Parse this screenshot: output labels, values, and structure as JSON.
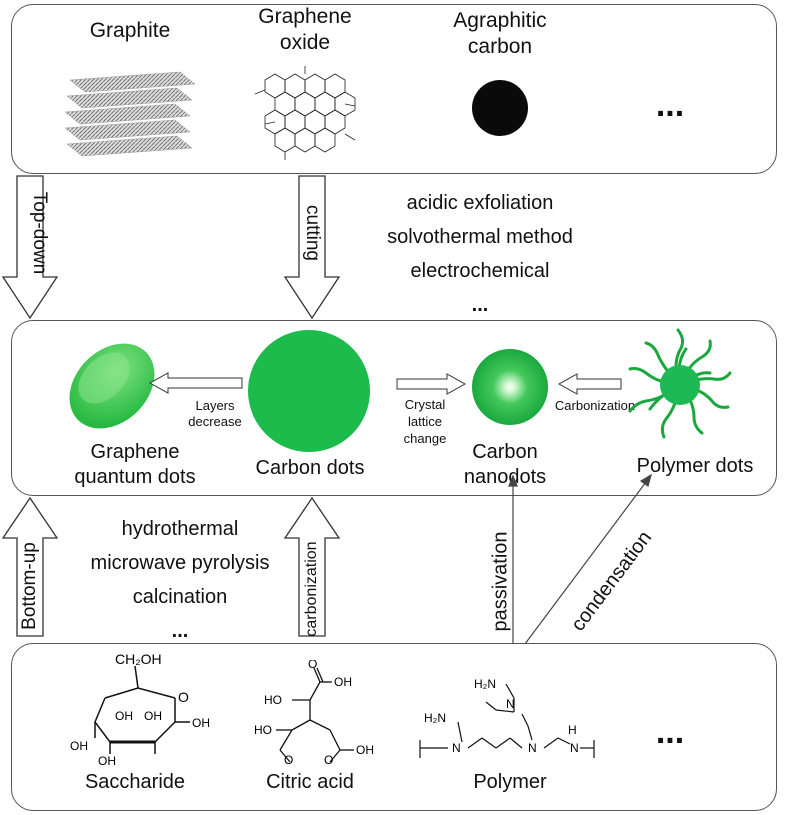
{
  "top_panel": {
    "graphite": "Graphite",
    "graphene_oxide": [
      "Graphene",
      "oxide"
    ],
    "agraphitic": [
      "Agraphitic",
      "carbon"
    ],
    "more": "..."
  },
  "methods_top": [
    "acidic exfoliation",
    "solvothermal method",
    "electrochemical",
    "..."
  ],
  "arrows": {
    "top_down": "Top-down",
    "cutting": "cutting",
    "bottom_up": "Bottom-up",
    "carbonization_up": "carbonization",
    "passivation": "passivation",
    "condensation": "condensation"
  },
  "middle_panel": {
    "gqd": [
      "Graphene",
      "quantum dots"
    ],
    "layers": [
      "Layers",
      "decrease"
    ],
    "carbon_dots": "Carbon dots",
    "crystal": [
      "Crystal",
      "lattice",
      "change"
    ],
    "carbon_nanodots": [
      "Carbon",
      "nanodots"
    ],
    "carbonization": "Carbonization",
    "polymer_dots": "Polymer dots"
  },
  "methods_bottom": [
    "hydrothermal",
    "microwave pyrolysis",
    "calcination",
    "..."
  ],
  "bottom_panel": {
    "saccharide": "Saccharide",
    "citric_acid": "Citric acid",
    "polymer": "Polymer",
    "more": "...",
    "saccharide_atoms": {
      "ch2oh": "CH₂OH",
      "o": "O",
      "oh": "OH"
    },
    "citric_atoms": {
      "oh": "OH",
      "o": "O",
      "ho": "HO"
    },
    "polymer_atoms": {
      "h2n": "H₂N",
      "n": "N",
      "h": "H"
    }
  },
  "colors": {
    "green": "#1db954",
    "dark_green": "#169a40",
    "border": "#555555"
  }
}
